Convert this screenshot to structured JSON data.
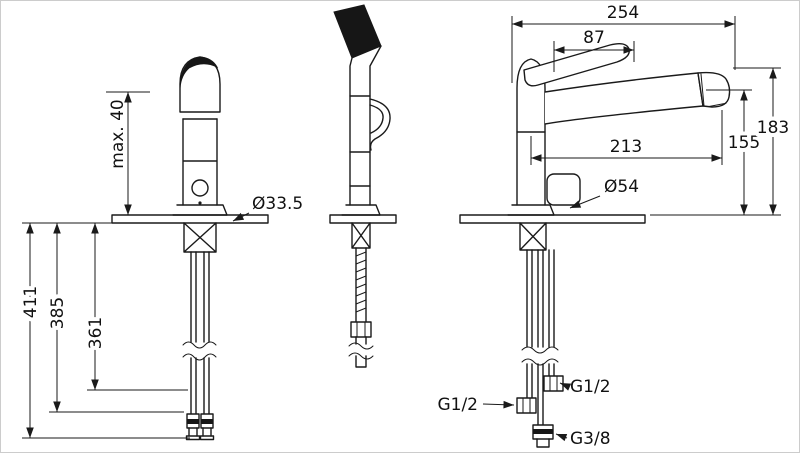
{
  "drawing": {
    "front_view": {
      "max_deck": "max. 40",
      "hole_dia": "Ø33.5",
      "dim_411": "411",
      "dim_385": "385",
      "dim_361": "361"
    },
    "side_view": {
      "dim_254": "254",
      "dim_87": "87",
      "dim_213": "213",
      "dim_183": "183",
      "dim_155": "155",
      "base_dia": "Ø54",
      "thread_left": "G1/2",
      "thread_right": "G1/2",
      "thread_bottom": "G3/8"
    }
  }
}
